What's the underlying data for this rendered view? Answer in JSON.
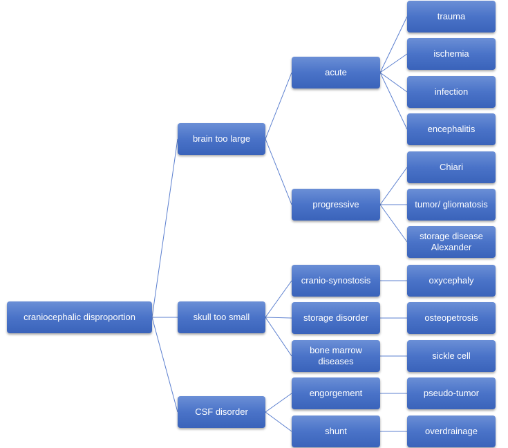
{
  "diagram": {
    "root": {
      "label": "craniocephalic disproportion"
    },
    "level1": {
      "brain_too_large": "brain too large",
      "skull_too_small": "skull too small",
      "csf_disorder": "CSF disorder"
    },
    "level2": {
      "acute": "acute",
      "progressive": "progressive",
      "cranio_synostosis": "cranio-synostosis",
      "storage_disorder": "storage disorder",
      "bone_marrow_diseases": "bone marrow diseases",
      "engorgement": "engorgement",
      "shunt": "shunt"
    },
    "level3": {
      "trauma": "trauma",
      "ischemia": "ischemia",
      "infection": "infection",
      "encephalitis": "encephalitis",
      "chiari": "Chiari",
      "tumor_gliomatosis": "tumor/ gliomatosis",
      "storage_disease_alexander": "storage disease Alexander",
      "oxycephaly": "oxycephaly",
      "osteopetrosis": "osteopetrosis",
      "sickle_cell": "sickle cell",
      "pseudo_tumor": "pseudo-tumor",
      "overdrainage": "overdrainage"
    },
    "colors": {
      "node_fill": "#4a73c8",
      "node_text": "#ffffff",
      "connector": "#5b7fcf"
    }
  }
}
